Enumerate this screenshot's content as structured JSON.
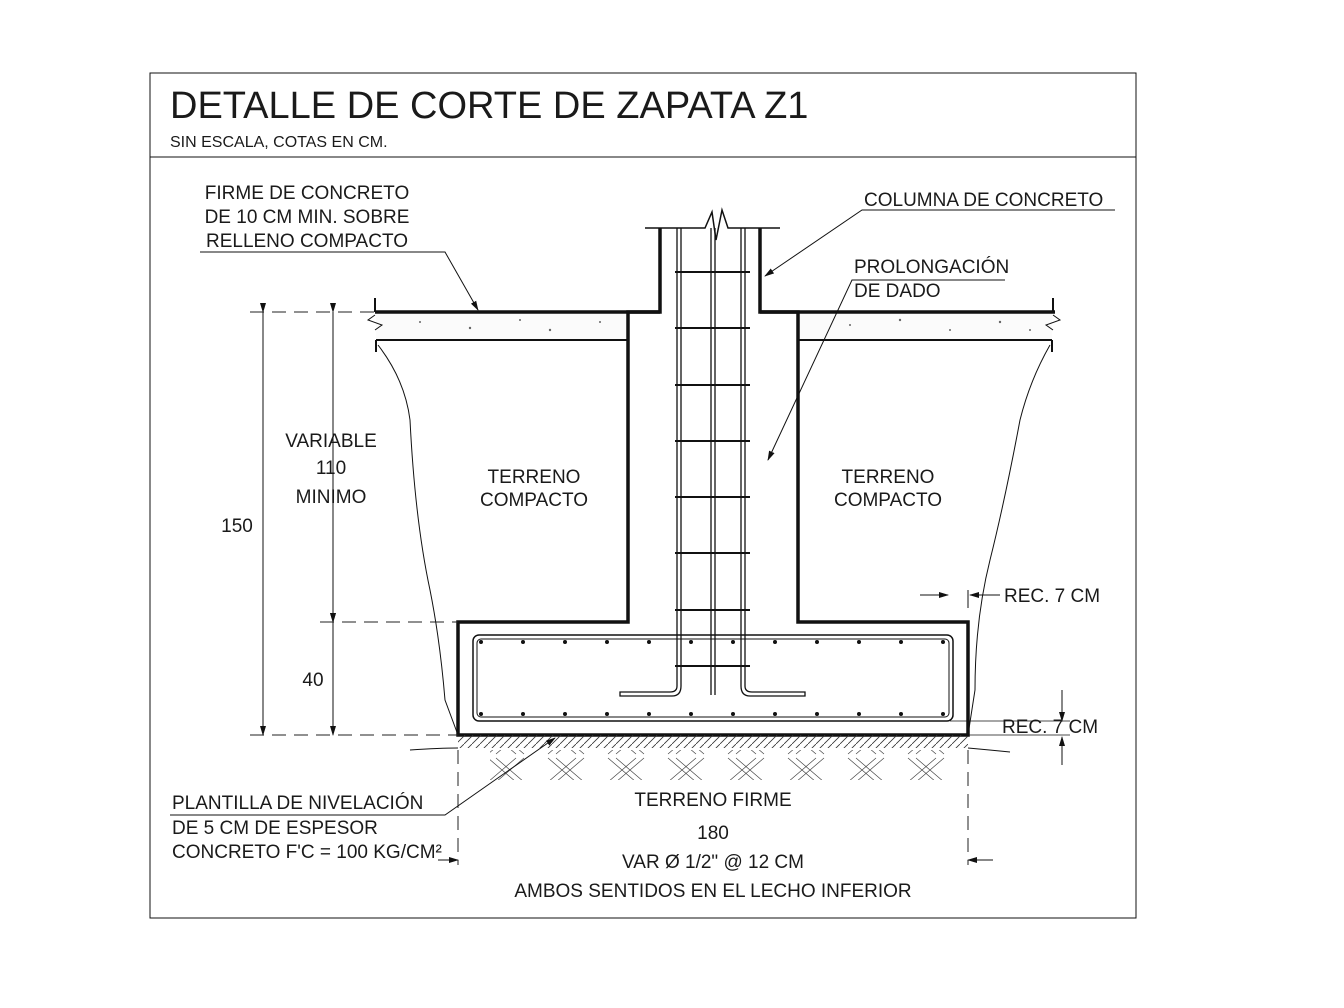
{
  "title": "DETALLE DE CORTE DE ZAPATA Z1",
  "subtitle": "SIN ESCALA, COTAS EN CM.",
  "labels": {
    "firme": [
      "FIRME DE CONCRETO",
      "DE 10 CM MIN. SOBRE",
      "RELLENO COMPACTO"
    ],
    "columna": "COLUMNA DE CONCRETO",
    "dado": [
      "PROLONGACIÓN",
      "DE DADO"
    ],
    "terreno_left": [
      "TERRENO",
      "COMPACTO"
    ],
    "terreno_right": [
      "TERRENO",
      "COMPACTO"
    ],
    "variable": [
      "VARIABLE",
      "110",
      "MINIMO"
    ],
    "rec_top": "REC. 7 CM",
    "rec_bottom": "REC. 7 CM",
    "plantilla": [
      "PLANTILLA DE NIVELACIÓN",
      "DE 5 CM DE ESPESOR",
      "CONCRETO F'C = 100 KG/CM²"
    ],
    "terreno_firme": "TERRENO FIRME",
    "var": "VAR Ø 1/2\" @ 12 CM",
    "ambos": "AMBOS SENTIDOS EN EL LECHO INFERIOR"
  },
  "dimensions": {
    "total_height": "150",
    "footing_height": "40",
    "footing_width": "180"
  }
}
